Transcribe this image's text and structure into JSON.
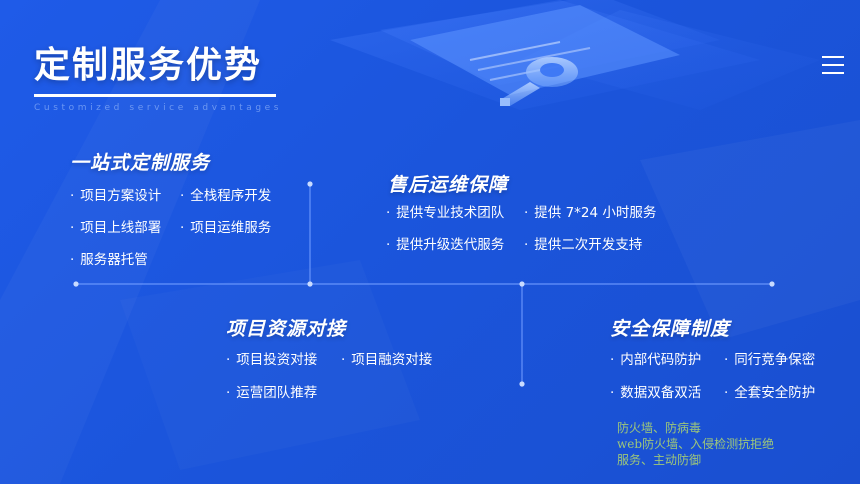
{
  "title": "定制服务优势",
  "subtitle": "Customized service advantages",
  "sections": [
    {
      "heading": "一站式定制服务",
      "items": [
        "项目方案设计",
        "全栈程序开发",
        "项目上线部署",
        "项目运维服务",
        "服务器托管"
      ]
    },
    {
      "heading": "售后运维保障",
      "items": [
        "提供专业技术团队",
        "提供 7*24 小时服务",
        "提供升级迭代服务",
        "提供二次开发支持"
      ]
    },
    {
      "heading": "项目资源对接",
      "items": [
        "项目投资对接",
        "项目融资对接",
        "运营团队推荐"
      ]
    },
    {
      "heading": "安全保障制度",
      "items": [
        "内部代码防护",
        "同行竞争保密",
        "数据双备双活",
        "全套安全防护"
      ]
    }
  ],
  "note": {
    "line1": "防火墙、防病毒",
    "line2_prefix": "web",
    "line2_rest": "防火墙、入侵检测抗拒绝",
    "line3": "服务、主动防御"
  },
  "colors": {
    "background": "#1f5be8",
    "accent_line": "#6f9bff",
    "note_text": "#9ec77a"
  },
  "icons": [
    "menu-icon"
  ]
}
